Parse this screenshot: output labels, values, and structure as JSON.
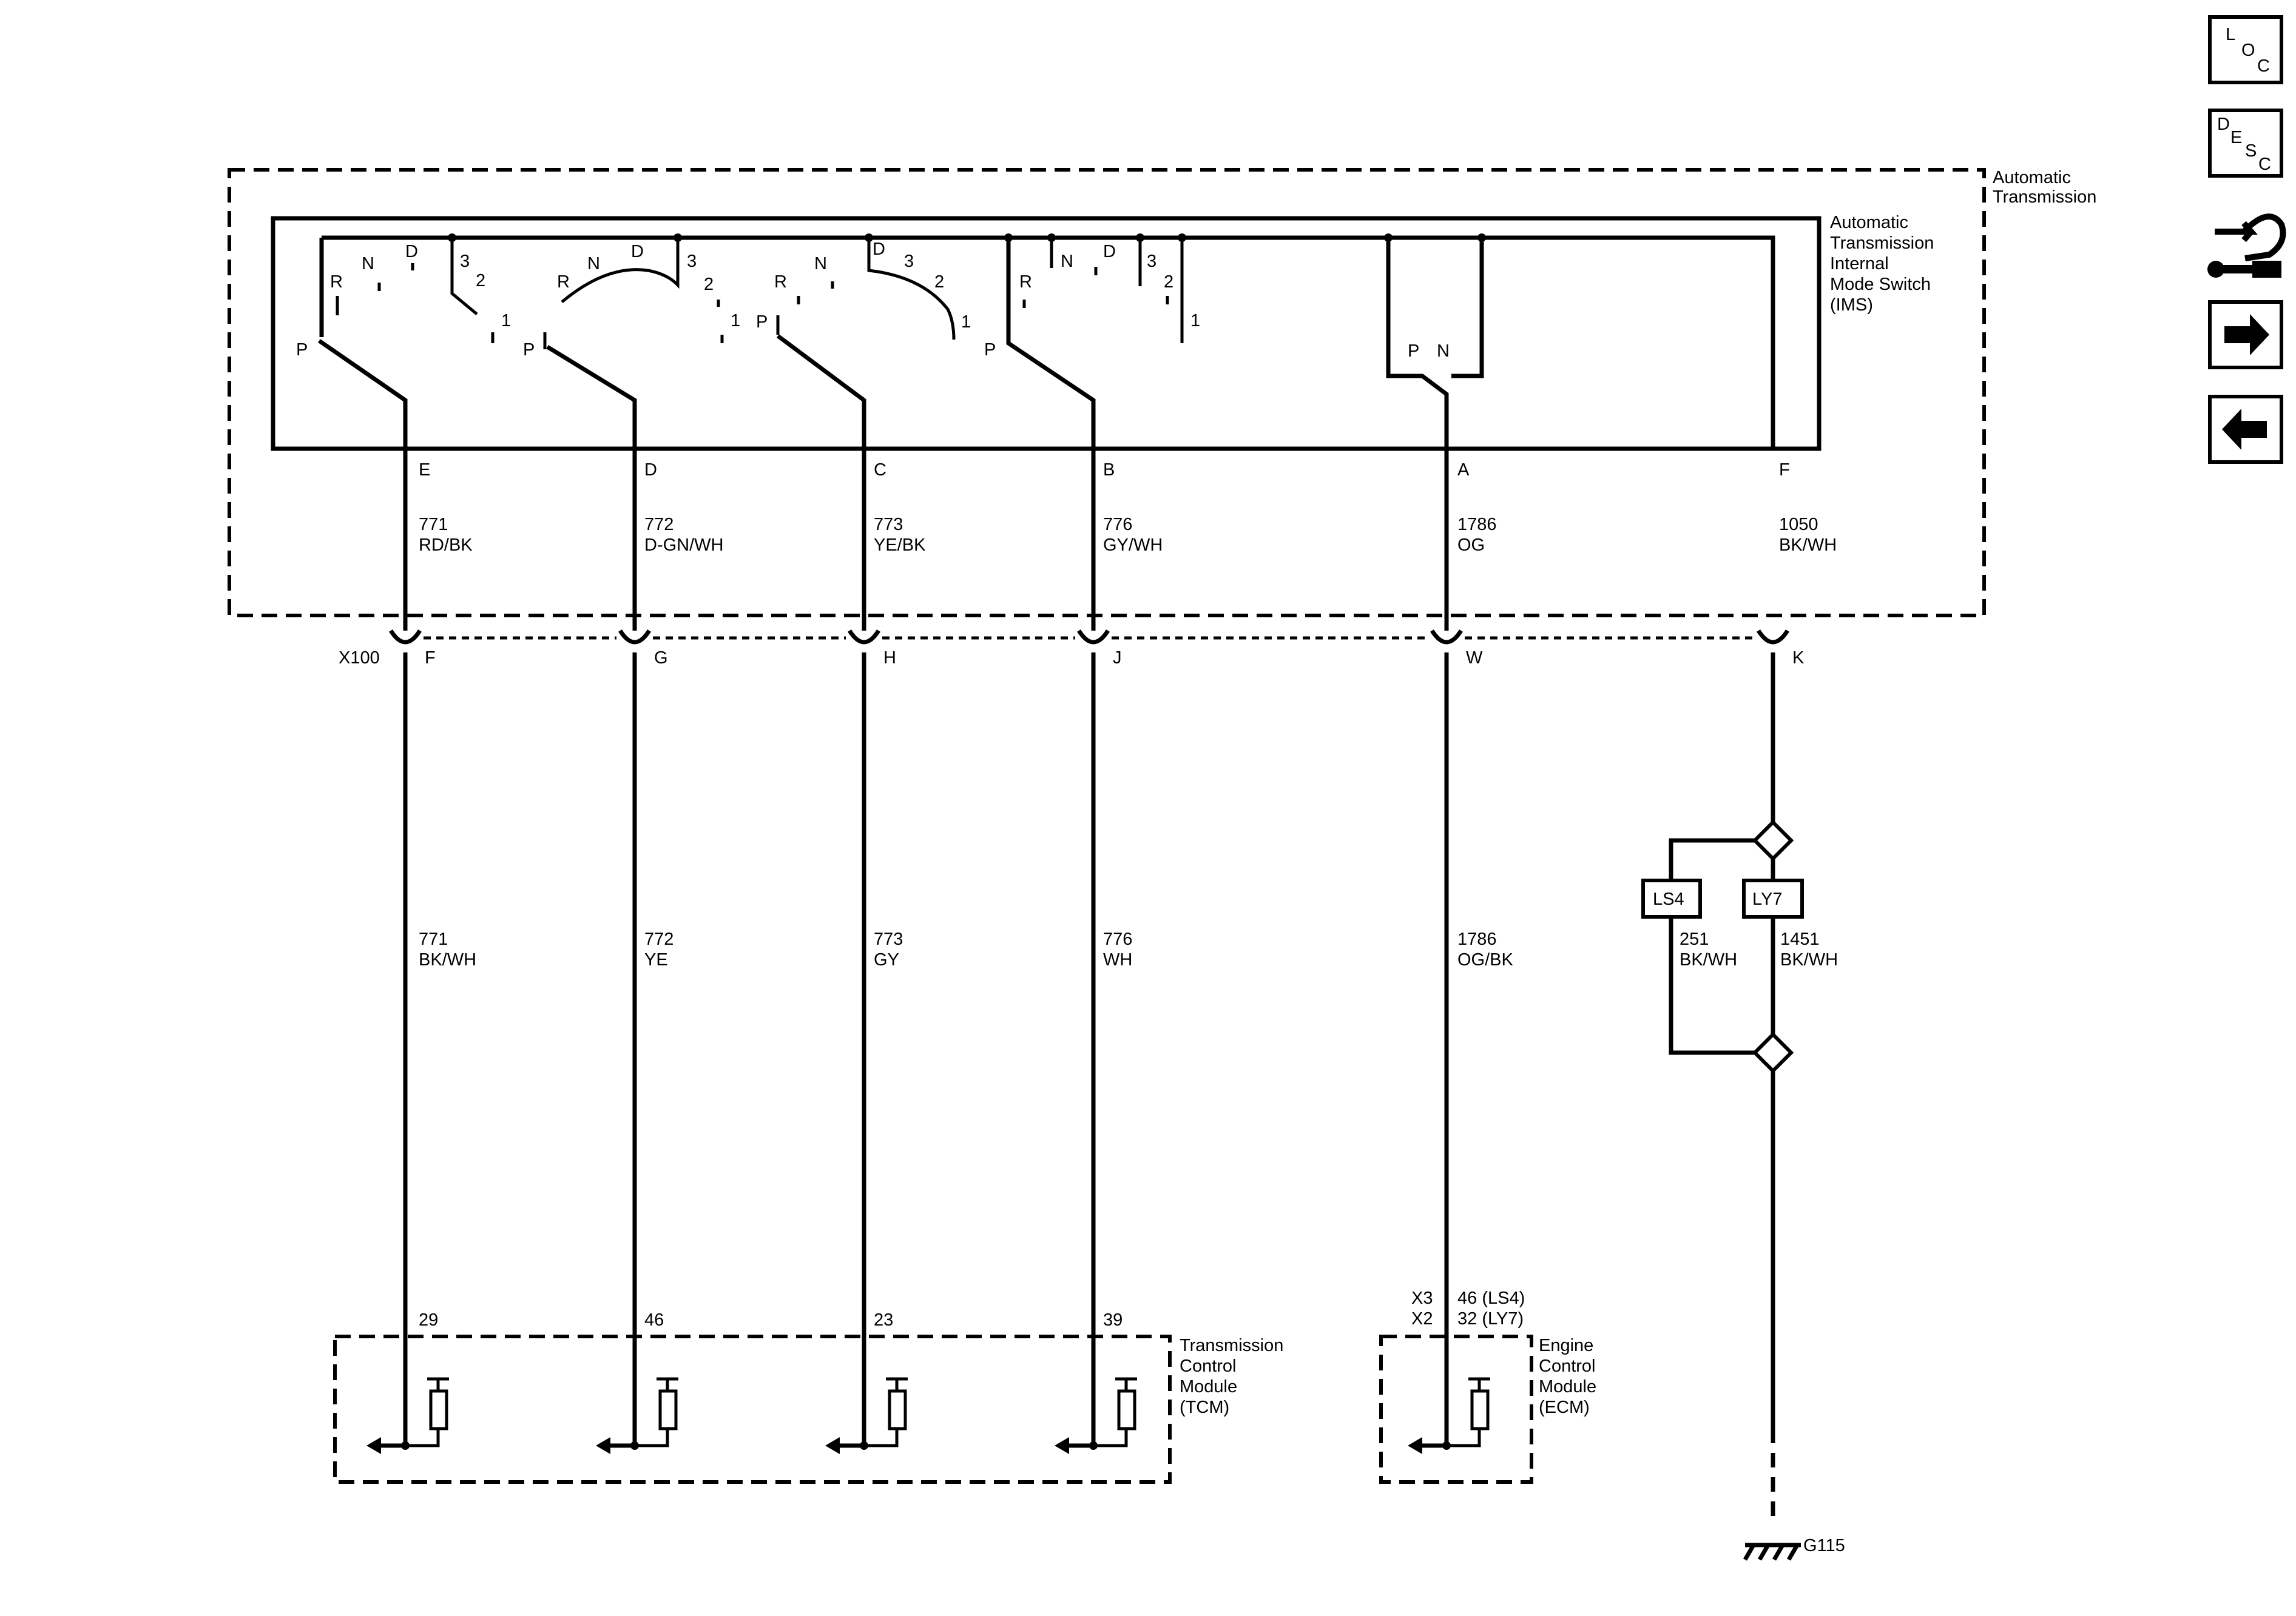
{
  "nav": {
    "loc": {
      "l1": "L",
      "l2": "O",
      "l3": "C"
    },
    "desc": {
      "l1": "D",
      "l2": "E",
      "l3": "S",
      "l4": "C"
    },
    "icon_connector": "connector-icon",
    "icon_next": "arrow-right-icon",
    "icon_prev": "arrow-left-icon"
  },
  "transmission": {
    "label": [
      "Automatic",
      "Transmission"
    ],
    "ims_label": [
      "Automatic",
      "Transmission",
      "Internal",
      "Mode Switch",
      "(IMS)"
    ]
  },
  "switches": [
    {
      "P": "P",
      "R": "R",
      "N": "N",
      "D": "D",
      "3": "3",
      "2": "2",
      "1": "1"
    },
    {
      "P": "P",
      "R": "R",
      "N": "N",
      "D": "D",
      "3": "3",
      "2": "2",
      "1": "1"
    },
    {
      "P": "P",
      "R": "R",
      "N": "N",
      "D": "D",
      "3": "3",
      "2": "2",
      "1": "1"
    },
    {
      "P": "P",
      "R": "R",
      "N": "N",
      "D": "D",
      "3": "3",
      "2": "2",
      "1": "1"
    },
    {
      "P": "P",
      "N": "N"
    }
  ],
  "circuits": [
    {
      "pin": "E",
      "wire_top": "771",
      "color_top": "RD/BK",
      "x100": "F",
      "wire_bot": "771",
      "color_bot": "BK/WH",
      "module_pin": "29"
    },
    {
      "pin": "D",
      "wire_top": "772",
      "color_top": "D-GN/WH",
      "x100": "G",
      "wire_bot": "772",
      "color_bot": "YE",
      "module_pin": "46"
    },
    {
      "pin": "C",
      "wire_top": "773",
      "color_top": "YE/BK",
      "x100": "H",
      "wire_bot": "773",
      "color_bot": "GY",
      "module_pin": "23"
    },
    {
      "pin": "B",
      "wire_top": "776",
      "color_top": "GY/WH",
      "x100": "J",
      "wire_bot": "776",
      "color_bot": "WH",
      "module_pin": "39"
    },
    {
      "pin": "A",
      "wire_top": "1786",
      "color_top": "OG",
      "x100": "W",
      "wire_bot": "1786",
      "color_bot": "OG/BK"
    },
    {
      "pin": "F",
      "wire_top": "1050",
      "color_top": "BK/WH",
      "x100": "K"
    }
  ],
  "connector": {
    "name": "X100"
  },
  "ecm_pins": [
    {
      "conn": "X3",
      "pin": "46 (LS4)"
    },
    {
      "conn": "X2",
      "pin": "32 (LY7)"
    }
  ],
  "options": [
    {
      "code": "LS4",
      "wire": "251",
      "color": "BK/WH"
    },
    {
      "code": "LY7",
      "wire": "1451",
      "color": "BK/WH"
    }
  ],
  "tcm": {
    "label": [
      "Transmission",
      "Control",
      "Module",
      "(TCM)"
    ]
  },
  "ecm": {
    "label": [
      "Engine",
      "Control",
      "Module",
      "(ECM)"
    ]
  },
  "ground": {
    "label": "G115"
  }
}
